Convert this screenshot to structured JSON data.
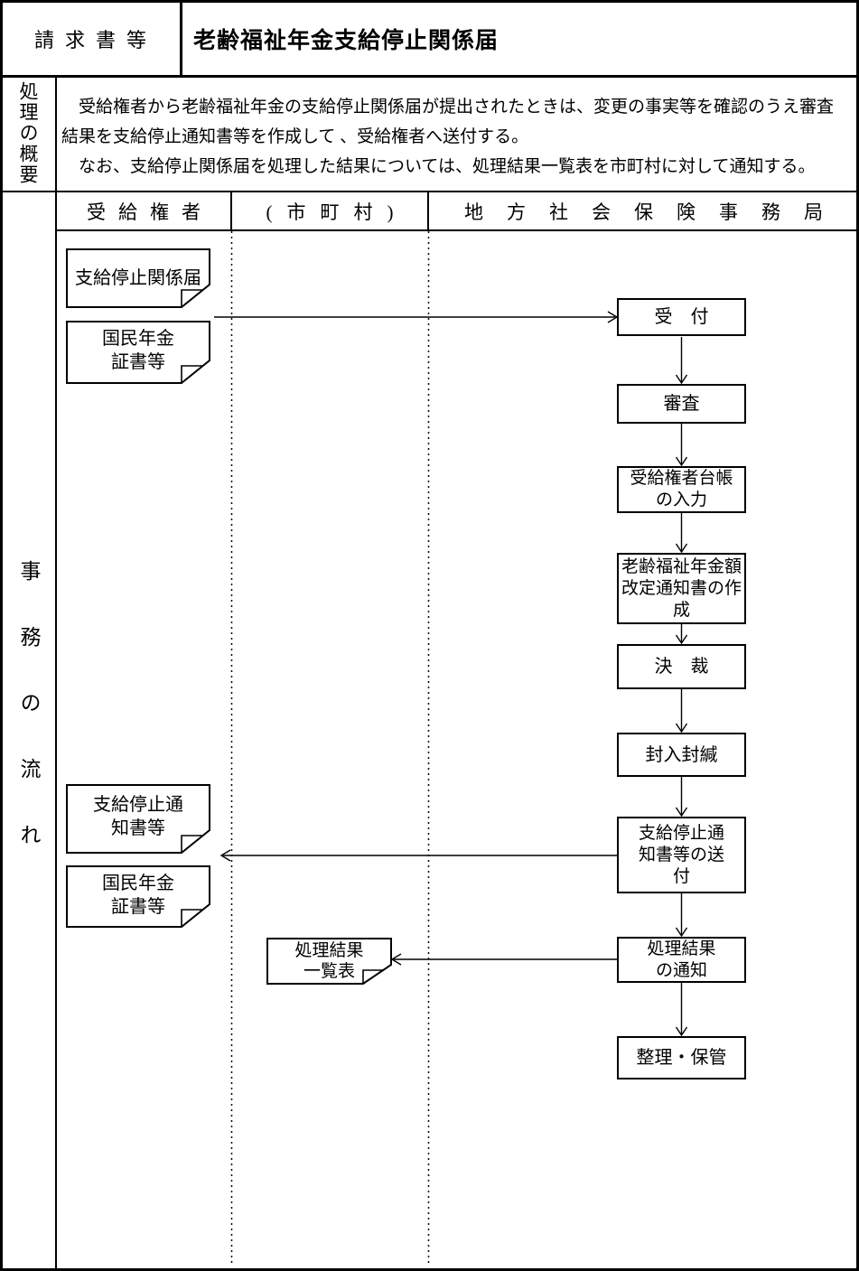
{
  "header": {
    "doc_type_label": "請求書等",
    "title": "老齢福祉年金支給停止関係届"
  },
  "overview": {
    "label_vertical": "処理の概要",
    "lines": [
      "　受給権者から老齢福祉年金の支給停止関係届が提出されたときは、変更の事実等を確認のうえ審査",
      "結果を支給停止通知書等を作成して 、受給権者へ送付する。",
      "　なお、支給停止関係届を処理した結果については、処理結果一覧表を市町村に対して通知する。"
    ]
  },
  "flow": {
    "label_vertical": "事務の流れ",
    "columns": [
      {
        "label": "受給権者"
      },
      {
        "label": "(市町村)"
      },
      {
        "label": "地方社会保険事務局"
      }
    ],
    "documents": [
      {
        "name": "支給停止関係届",
        "lines": [
          "支給停止関係届"
        ]
      },
      {
        "name": "国民年金証書等",
        "lines": [
          "国民年金",
          "証書等"
        ]
      },
      {
        "name": "支給停止通知書等",
        "lines": [
          "支給停止通",
          "知書等"
        ]
      },
      {
        "name": "国民年金証書等",
        "lines": [
          "国民年金",
          "証書等"
        ]
      },
      {
        "name": "処理結果一覧表",
        "lines": [
          "処理結果",
          "一覧表"
        ]
      }
    ],
    "steps": [
      {
        "name": "受付",
        "lines": [
          "受　付"
        ]
      },
      {
        "name": "審査",
        "lines": [
          "審査"
        ]
      },
      {
        "name": "受給権者台帳の入力",
        "lines": [
          "受給権者台帳",
          "の入力"
        ]
      },
      {
        "name": "老齢福祉年金額改定通知書の作成",
        "lines": [
          "老齢福祉年金額",
          "改定通知書の作",
          "成"
        ]
      },
      {
        "name": "決裁",
        "lines": [
          "決　裁"
        ]
      },
      {
        "name": "封入封緘",
        "lines": [
          "封入封緘"
        ]
      },
      {
        "name": "支給停止通知書等の送付",
        "lines": [
          "支給停止通",
          "知書等の送",
          "付"
        ]
      },
      {
        "name": "処理結果の通知",
        "lines": [
          "処理結果",
          "の通知"
        ]
      },
      {
        "name": "整理・保管",
        "lines": [
          "整理・保管"
        ]
      }
    ]
  },
  "colors": {
    "line": "#000000",
    "background": "#ffffff"
  }
}
